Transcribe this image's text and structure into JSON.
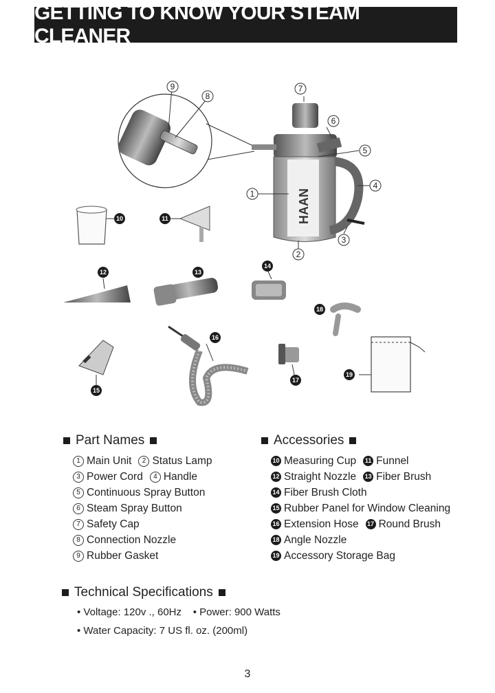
{
  "title": "GETTING TO KNOW YOUR STEAM CLEANER",
  "illustration": {
    "brand": "HAAN",
    "callouts": [
      "1",
      "2",
      "3",
      "4",
      "5",
      "6",
      "7",
      "8",
      "9",
      "10",
      "11",
      "12",
      "13",
      "14",
      "15",
      "16",
      "17",
      "18",
      "19"
    ]
  },
  "part_names": {
    "heading": "Part Names",
    "items": [
      {
        "num": "1",
        "label": "Main Unit"
      },
      {
        "num": "2",
        "label": "Status Lamp"
      },
      {
        "num": "3",
        "label": "Power Cord"
      },
      {
        "num": "4",
        "label": "Handle"
      },
      {
        "num": "5",
        "label": "Continuous Spray Button"
      },
      {
        "num": "6",
        "label": "Steam Spray Button"
      },
      {
        "num": "7",
        "label": "Safety Cap"
      },
      {
        "num": "8",
        "label": "Connection Nozzle"
      },
      {
        "num": "9",
        "label": "Rubber Gasket"
      }
    ]
  },
  "accessories": {
    "heading": "Accessories",
    "items": [
      {
        "num": "10",
        "label": "Measuring Cup"
      },
      {
        "num": "11",
        "label": "Funnel"
      },
      {
        "num": "12",
        "label": "Straight Nozzle"
      },
      {
        "num": "13",
        "label": "Fiber Brush"
      },
      {
        "num": "14",
        "label": "Fiber Brush Cloth"
      },
      {
        "num": "15",
        "label": "Rubber Panel for Window Cleaning"
      },
      {
        "num": "16",
        "label": "Extension Hose"
      },
      {
        "num": "17",
        "label": "Round Brush"
      },
      {
        "num": "18",
        "label": "Angle Nozzle"
      },
      {
        "num": "19",
        "label": "Accessory Storage Bag"
      }
    ]
  },
  "specs": {
    "heading": "Technical Specifications",
    "voltage": "• Voltage: 120v .,  60Hz",
    "power": "• Power: 900 Watts",
    "capacity": "• Water Capacity: 7 US fl. oz. (200ml)"
  },
  "page_number": "3"
}
